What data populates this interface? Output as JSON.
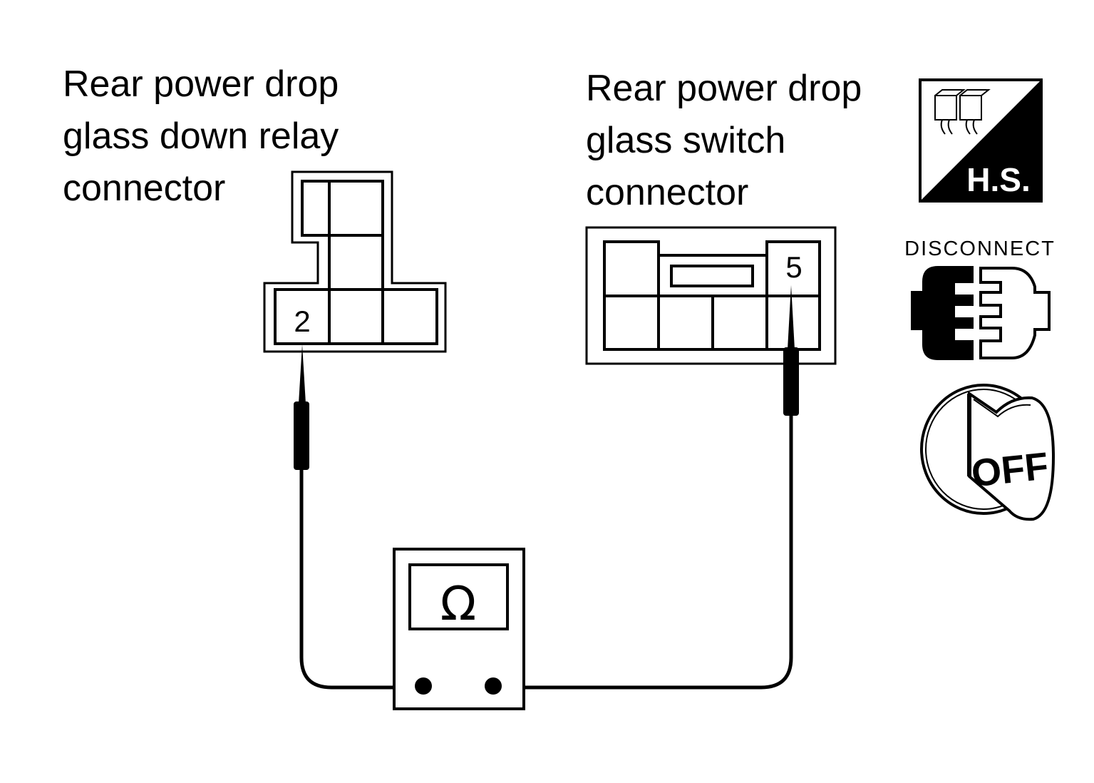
{
  "relay_connector": {
    "label_lines": [
      "Rear power drop",
      "glass down relay",
      "connector"
    ],
    "terminal": "2"
  },
  "switch_connector": {
    "label_lines": [
      "Rear power drop",
      "glass switch",
      "connector"
    ],
    "terminal": "5"
  },
  "ohmmeter": {
    "symbol": "Ω"
  },
  "icons": {
    "harness_side": "H.S.",
    "disconnect": "DISCONNECT",
    "ignition": "OFF"
  }
}
